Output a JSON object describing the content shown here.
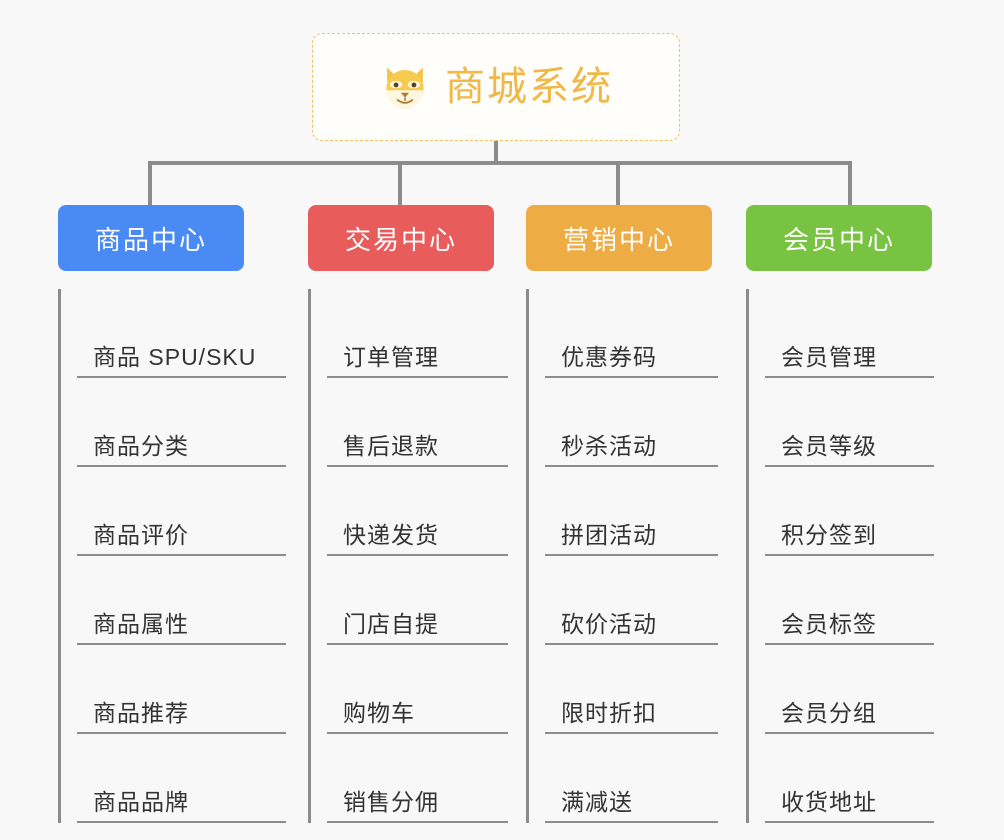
{
  "page": {
    "background": "#f8f8f8",
    "line_color": "#8c8c8c"
  },
  "root": {
    "title": "商城系统",
    "icon": "shiba-dog-face-emoji",
    "accent": "#f0b846",
    "border": "#f0c168"
  },
  "branches": [
    {
      "label": "商品中心",
      "color": "#4a8af4",
      "items": [
        "商品 SPU/SKU",
        "商品分类",
        "商品评价",
        "商品属性",
        "商品推荐",
        "商品品牌"
      ]
    },
    {
      "label": "交易中心",
      "color": "#e85c5c",
      "items": [
        "订单管理",
        "售后退款",
        "快递发货",
        "门店自提",
        "购物车",
        "销售分佣"
      ]
    },
    {
      "label": "营销中心",
      "color": "#eeac44",
      "items": [
        "优惠券码",
        "秒杀活动",
        "拼团活动",
        "砍价活动",
        "限时折扣",
        "满减送"
      ]
    },
    {
      "label": "会员中心",
      "color": "#78c341",
      "items": [
        "会员管理",
        "会员等级",
        "积分签到",
        "会员标签",
        "会员分组",
        "收货地址"
      ]
    }
  ]
}
